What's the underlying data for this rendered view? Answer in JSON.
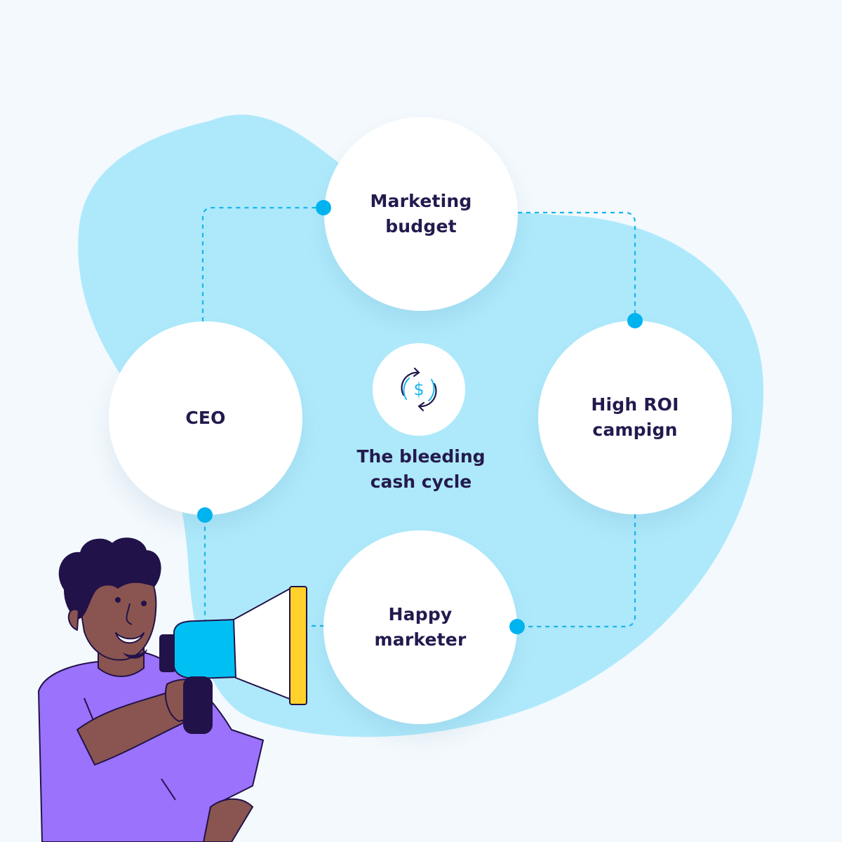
{
  "diagram": {
    "center": {
      "label": "The bleeding\ncash cycle",
      "icon": "dollar-cycle-icon"
    },
    "nodes": [
      {
        "id": "marketing-budget",
        "label": "Marketing\nbudget"
      },
      {
        "id": "high-roi-campaign",
        "label": "High ROI\ncampign"
      },
      {
        "id": "happy-marketer",
        "label": "Happy\nmarketer"
      },
      {
        "id": "ceo",
        "label": "CEO"
      }
    ],
    "edges": [
      {
        "from": "ceo",
        "to": "marketing-budget"
      },
      {
        "from": "marketing-budget",
        "to": "high-roi-campaign"
      },
      {
        "from": "high-roi-campaign",
        "to": "happy-marketer"
      },
      {
        "from": "happy-marketer",
        "to": "ceo"
      }
    ]
  },
  "illustration": {
    "subject": "person-with-megaphone"
  },
  "colors": {
    "background": "#f3f9fd",
    "blob": "#aee9fb",
    "connector": "#19b6ec",
    "text": "#241a4e",
    "shirt": "#9b72fb",
    "skin": "#8a5550",
    "hair": "#22124a",
    "megaphone": "#00c0f3",
    "megaphone_rim": "#ffd12a"
  }
}
